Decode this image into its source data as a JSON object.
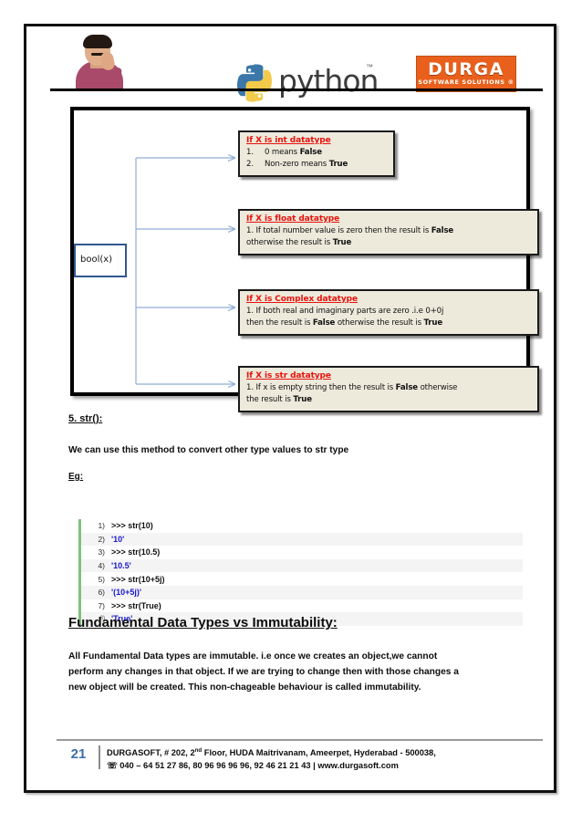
{
  "header": {
    "python_word": "python",
    "python_tm": "™",
    "durga_word": "DURGA",
    "durga_sub": "SOFTWARE SOLUTIONS ®"
  },
  "diagram": {
    "source_label": "bool(x)",
    "notes": [
      {
        "title": "If X is int datatype",
        "lines": [
          {
            "no": "1.",
            "text": "0 means False"
          },
          {
            "no": "2.",
            "text": "Non-zero means True"
          }
        ]
      },
      {
        "title": "If X is float datatype",
        "lines": [
          {
            "no": "1.",
            "text": "If total number value is zero then the result is False"
          },
          {
            "no": "",
            "text": "otherwise the result is True"
          }
        ]
      },
      {
        "title": "If X is Complex datatype",
        "lines": [
          {
            "no": "1.",
            "text": "If both real and imaginary parts are zero .i.e 0+0j"
          },
          {
            "no": "",
            "text": "then the result is False otherwise the result is True"
          }
        ]
      },
      {
        "title": "If X is str datatype",
        "lines": [
          {
            "no": "1.",
            "text": "If  x is empty string then the result is False otherwise"
          },
          {
            "no": "",
            "text": "the result is True"
          }
        ]
      }
    ]
  },
  "content": {
    "section_heading": "5. str():",
    "section_body": "We can use this method to convert other type values to str type",
    "example_label": "Eg:",
    "big_heading": "Fundamental Data Types vs Immutability:",
    "big_body_lines": [
      "All Fundamental Data types are immutable. i.e once we creates an object,we cannot",
      "perform any changes in that object. If we are trying to change then with those changes a",
      "new object will be created. This non-chageable behaviour is called immutability."
    ]
  },
  "code": {
    "lines": [
      {
        "n": "1)",
        "text": ">>> str(10)",
        "kind": "prompt"
      },
      {
        "n": "2)",
        "text": "'10'",
        "kind": "string"
      },
      {
        "n": "3)",
        "text": ">>> str(10.5)",
        "kind": "prompt"
      },
      {
        "n": "4)",
        "text": "'10.5'",
        "kind": "string"
      },
      {
        "n": "5)",
        "text": ">>> str(10+5j)",
        "kind": "prompt"
      },
      {
        "n": "6)",
        "text": "'(10+5j)'",
        "kind": "string"
      },
      {
        "n": "7)",
        "text": ">>> str(True)",
        "kind": "prompt"
      },
      {
        "n": "8)",
        "text": "'True'",
        "kind": "string"
      }
    ]
  },
  "footer": {
    "page_number": "21",
    "address_pre": "DURGASOFT, # 202, 2",
    "address_sup": "nd",
    "address_post": " Floor, HUDA Maitrivanam, Ameerpet, Hyderabad - 500038,",
    "phone_line": "☏ 040 – 64 51 27 86, 80 96 96 96 96, 92 46 21 21 43 | www.durgasoft.com"
  },
  "colors": {
    "note_title": "#e8120b",
    "note_bg": "#edeadc",
    "code_border": "#7ec27e",
    "code_string": "#1717cf",
    "connector": "#8faed6",
    "brand_orange": "#e8601c",
    "page_number": "#3e6fa8"
  }
}
